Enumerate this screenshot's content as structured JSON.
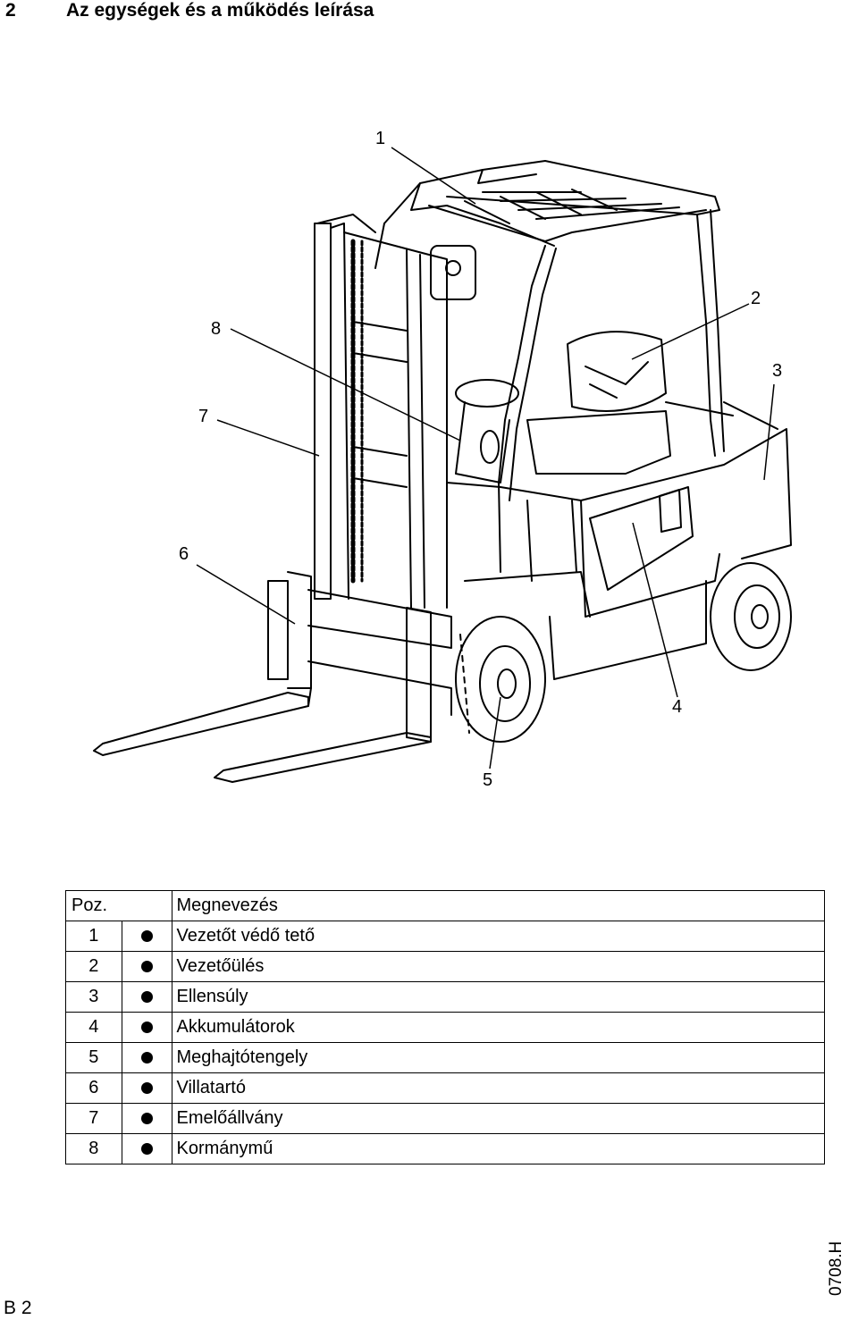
{
  "header": {
    "chapter_number": "2",
    "chapter_title": "Az egységek és a működés leírása"
  },
  "callouts": [
    "1",
    "2",
    "3",
    "4",
    "5",
    "6",
    "7",
    "8"
  ],
  "legend": {
    "col_pos": "Poz.",
    "col_name": "Megnevezés",
    "rows": [
      {
        "pos": "1",
        "name": "Vezetőt védő tető"
      },
      {
        "pos": "2",
        "name": "Vezetőülés"
      },
      {
        "pos": "3",
        "name": "Ellensúly"
      },
      {
        "pos": "4",
        "name": "Akkumulátorok"
      },
      {
        "pos": "5",
        "name": "Meghajtótengely"
      },
      {
        "pos": "6",
        "name": "Villatartó"
      },
      {
        "pos": "7",
        "name": "Emelőállvány"
      },
      {
        "pos": "8",
        "name": "Kormánymű"
      }
    ]
  },
  "footer": {
    "doc_code": "0708.H",
    "page": "B 2"
  }
}
